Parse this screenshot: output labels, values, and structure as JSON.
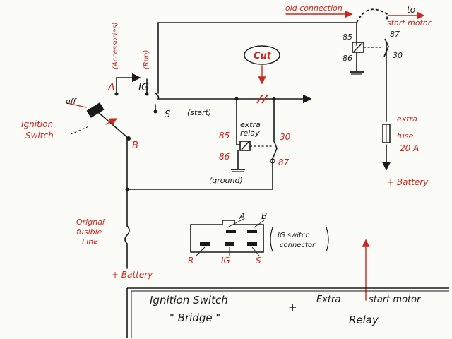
{
  "labels": {
    "old_connection": "old connection",
    "to": "to",
    "start_motor": "start motor",
    "cut": "Cut",
    "accessories": "(Accessories)",
    "run": "(Run)",
    "a": "A",
    "ig": "IG",
    "s": "S",
    "start": "(start)",
    "off": "off",
    "ignition_switch_1": "Ignition",
    "ignition_switch_2": "Switch",
    "b": "B",
    "extra_relay_1": "extra",
    "extra_relay_2": "relay",
    "pin_85": "85",
    "pin_86": "86",
    "pin_30": "30",
    "pin_87": "87",
    "ground": "(ground)",
    "top_pin_85": "85",
    "top_pin_86": "86",
    "top_pin_87": "87",
    "top_pin_30": "30",
    "extra_fuse_1": "extra",
    "extra_fuse_2": "fuse",
    "extra_fuse_3": "20 A",
    "plus_battery_right": "+ Battery",
    "fusible_1": "Orignal",
    "fusible_2": "fusible",
    "fusible_3": "Link",
    "plus_battery_left": "+ Battery",
    "conn_a": "A",
    "conn_b": "B",
    "conn_r": "R",
    "conn_ig": "IG",
    "conn_s": "S",
    "ig_connector_1": "IG switch",
    "ig_connector_2": "connector",
    "title_1": "Ignition Switch",
    "title_2": "\" Bridge \"",
    "title_plus": "+",
    "title_extra": "Extra",
    "title_start_motor": "start motor",
    "title_relay": "Relay"
  },
  "colors": {
    "ink": "#1a1a1a",
    "red_ink": "#c8281e",
    "paper": "#fbfbf8"
  }
}
